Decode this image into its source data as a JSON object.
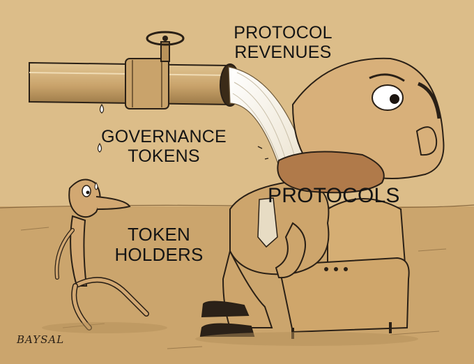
{
  "labels": {
    "protocol_revenues": [
      "PROTOCOL",
      "REVENUES"
    ],
    "governance_tokens": [
      "GOVERNANCE",
      "TOKENS"
    ],
    "protocols": "PROTOCOLS",
    "token_holders": [
      "TOKEN",
      "HOLDERS"
    ]
  },
  "signature": "BAYSAL",
  "colors": {
    "paper": "#d9b882",
    "floor": "#caa46c",
    "ink": "#2a2016",
    "pipe": "#c9a36b",
    "stream": "#f6f1e6",
    "skin": "#d8b07a",
    "chair": "#d5ae74",
    "label_text": "#141414"
  }
}
